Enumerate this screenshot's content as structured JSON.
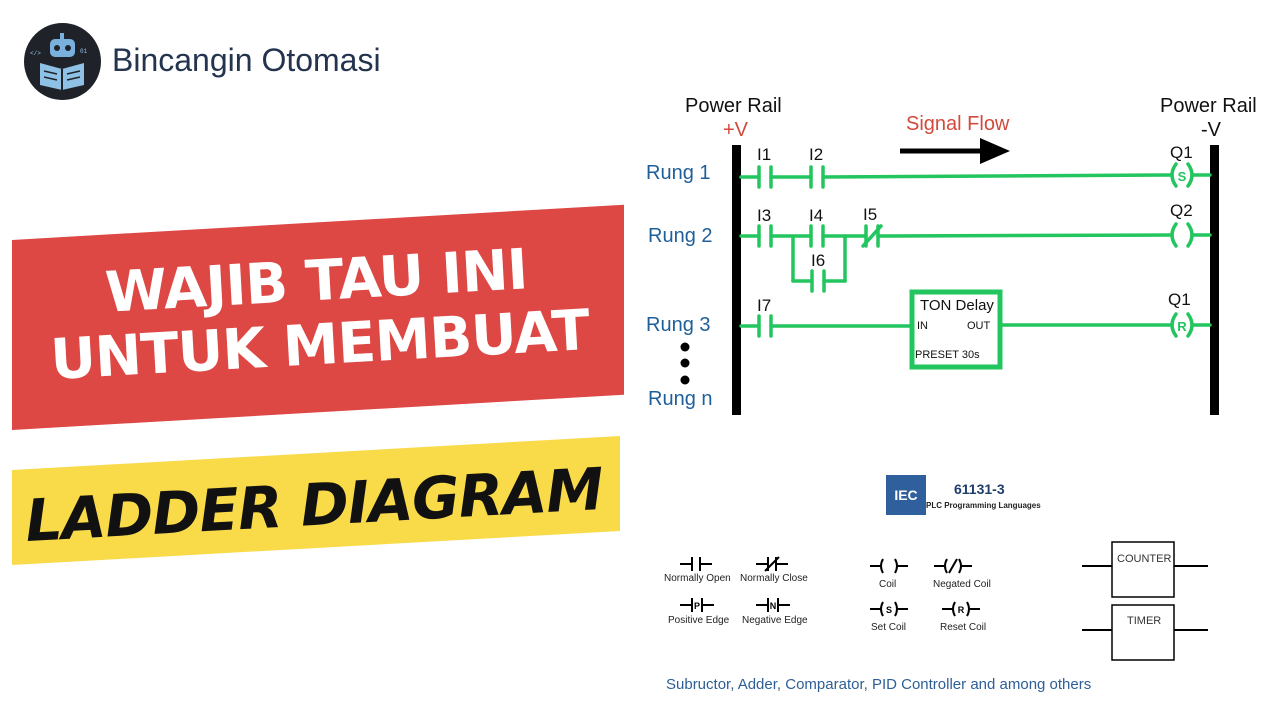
{
  "brand": {
    "name": "Bincangin Otomasi",
    "logo_icon": "robot-reading-book-icon"
  },
  "banners": {
    "headline": "WAJIB TAU INI UNTUK MEMBUAT",
    "title": "LADDER DIAGRAM",
    "headline_color": "#dd4744",
    "title_color": "#f9db4a"
  },
  "diagram": {
    "left_rail": {
      "label": "Power Rail",
      "sign": "+V"
    },
    "right_rail": {
      "label": "Power Rail",
      "sign": "-V"
    },
    "signal_flow": "Signal Flow",
    "rungs": [
      "Rung 1",
      "Rung 2",
      "Rung 3",
      "Rung n"
    ],
    "contacts": [
      "I1",
      "I2",
      "I3",
      "I4",
      "I5",
      "I6",
      "I7"
    ],
    "coils": [
      "Q1",
      "Q2",
      "Q1"
    ],
    "coil_letters": [
      "S",
      "R"
    ],
    "timer": {
      "title": "TON Delay",
      "in": "IN",
      "out": "OUT",
      "preset": "PRESET 30s"
    },
    "wire_color": "#22c55e"
  },
  "iec": {
    "logo": "IEC",
    "standard": "61131-3",
    "subtitle": "PLC Programming Languages"
  },
  "symbols": {
    "normally_open": "Normally Open",
    "normally_close": "Normally Close",
    "positive_edge": "Positive Edge",
    "negative_edge": "Negative Edge",
    "positive_edge_letter": "P",
    "negative_edge_letter": "N",
    "coil": "Coil",
    "negated_coil": "Negated Coil",
    "set_coil": "Set Coil",
    "reset_coil": "Reset Coil",
    "set_letter": "S",
    "reset_letter": "R"
  },
  "blocks": {
    "counter": "COUNTER",
    "timer": "TIMER"
  },
  "footnote": "Subructor, Adder, Comparator, PID Controller and among others"
}
